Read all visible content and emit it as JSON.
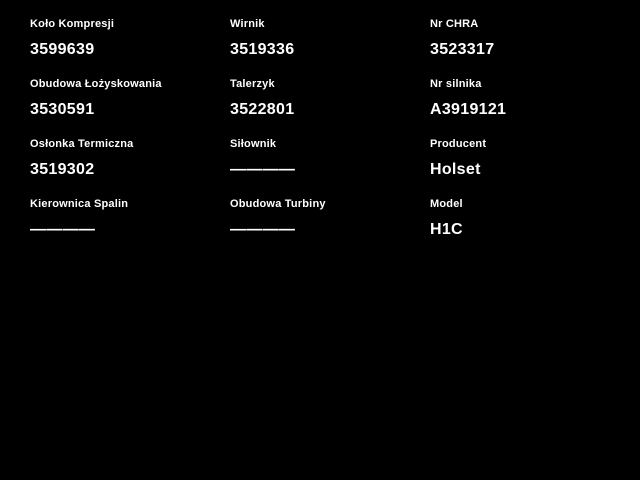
{
  "colors": {
    "background": "#000000",
    "text": "#ffffff"
  },
  "fields": [
    {
      "label": "Koło Kompresji",
      "value": "3599639"
    },
    {
      "label": "Wirnik",
      "value": "3519336"
    },
    {
      "label": "Nr CHRA",
      "value": "3523317"
    },
    {
      "label": "Obudowa Łożyskowania",
      "value": "3530591"
    },
    {
      "label": "Talerzyk",
      "value": "3522801"
    },
    {
      "label": "Nr silnika",
      "value": "A3919121"
    },
    {
      "label": "Osłonka Termiczna",
      "value": "3519302"
    },
    {
      "label": "Siłownik",
      "value": "————"
    },
    {
      "label": "Producent",
      "value": "Holset"
    },
    {
      "label": "Kierownica Spalin",
      "value": "————"
    },
    {
      "label": "Obudowa Turbiny",
      "value": "————"
    },
    {
      "label": "Model",
      "value": "H1C"
    }
  ]
}
